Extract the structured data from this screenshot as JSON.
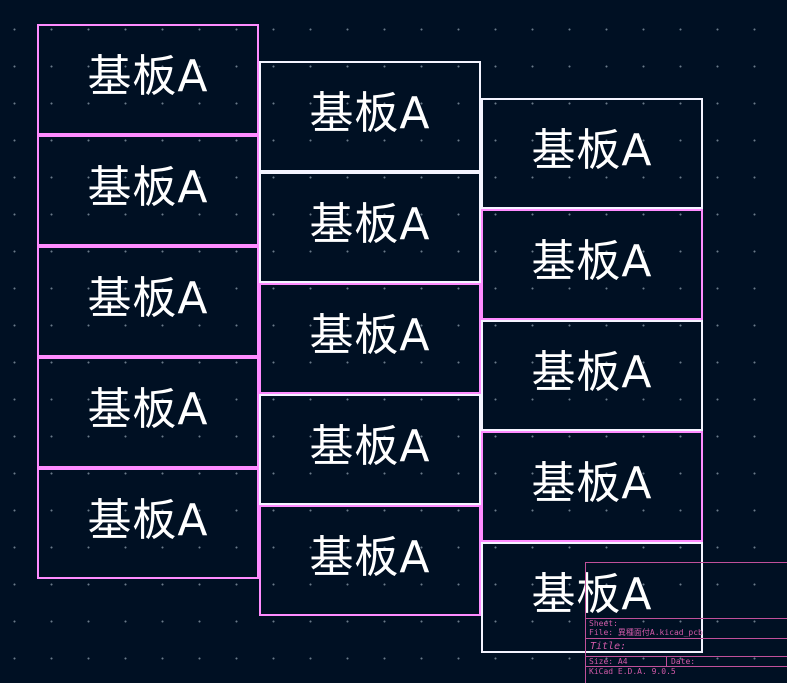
{
  "boards": {
    "label": "基板A"
  },
  "colors": {
    "background": "#001023",
    "edge_cut": "#ff8cff",
    "board_outline": "#f4f4ff",
    "title_block": "#d05aa8"
  },
  "title_block": {
    "sheet_label": "Sheet:",
    "file_label": "File: 異種面付A.kicad_pcb",
    "title_label": "Title:",
    "size_label": "Size: A4",
    "date_label": "Date:",
    "app_label": "KiCad E.D.A. 9.0.5"
  }
}
